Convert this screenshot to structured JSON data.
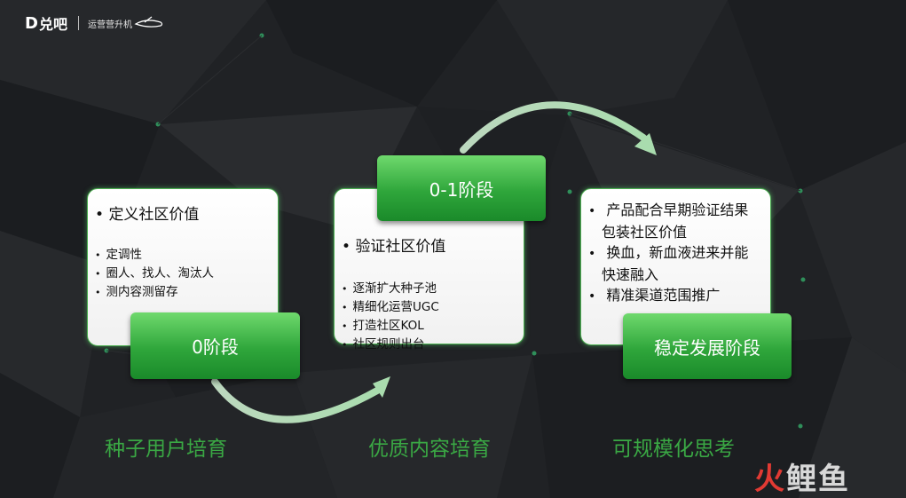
{
  "logo": {
    "mark": "D",
    "name": "兑吧",
    "subtitle": "运营营升机"
  },
  "stages": [
    {
      "label": "0阶段",
      "card_heading": "定义社区价值",
      "items": [
        "定调性",
        "圈人、找人、淘汰人",
        "测内容测留存"
      ],
      "phase_title": "种子用户培育"
    },
    {
      "label": "0-1阶段",
      "card_heading": "验证社区价值",
      "items": [
        "逐渐扩大种子池",
        "精细化运营UGC",
        "打造社区KOL",
        "社区规则出台"
      ],
      "phase_title": "优质内容培育"
    },
    {
      "label": "稳定发展阶段",
      "items": [
        {
          "line1": "产品配合早期验证结果",
          "line2": "包装社区价值"
        },
        {
          "line1": "换血，新血液进来并能",
          "line2": "快速融入"
        },
        {
          "line1": "精准渠道范围推广",
          "line2": ""
        }
      ],
      "phase_title": "可规模化思考"
    }
  ],
  "watermark": {
    "brand_part1": "火",
    "brand_part2": "鲤鱼"
  },
  "colors": {
    "background": "#1f2124",
    "accent_green": "#2fa63b",
    "phase_text": "#3aa844",
    "watermark_red": "#e23a33"
  }
}
